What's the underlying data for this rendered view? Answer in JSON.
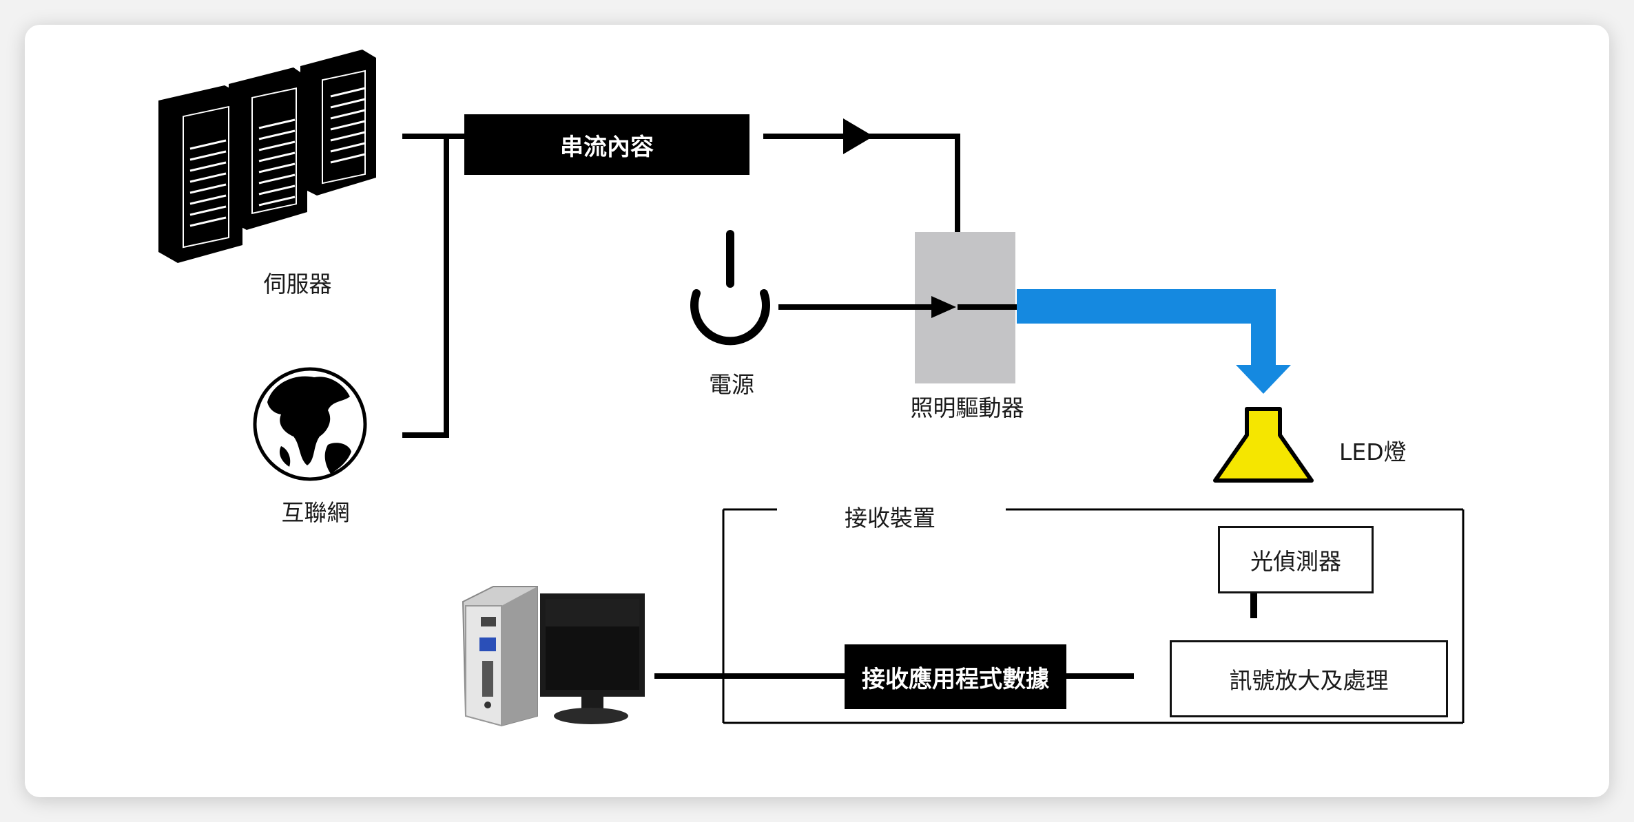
{
  "nodes": {
    "server": "伺服器",
    "internet": "互聯網",
    "stream": "串流內容",
    "power": "電源",
    "driver": "照明驅動器",
    "led": "LED燈",
    "receiver": "接收裝置",
    "photodetector": "光偵測器",
    "amplifier": "訊號放大及處理",
    "app_data": "接收應用程式數據"
  },
  "colors": {
    "light_beam": "#1589e0",
    "lamp": "#f5e600",
    "driver_box": "#c4c4c6"
  }
}
